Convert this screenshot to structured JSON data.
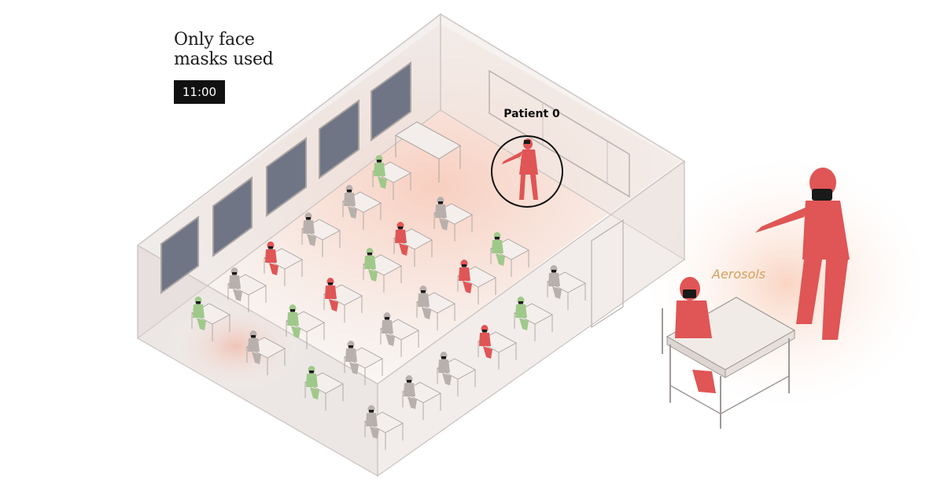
{
  "title": {
    "line1": "Only face",
    "line2": "masks used"
  },
  "time": "11:00",
  "patient_label": "Patient 0",
  "aerosols_label": "Aerosols",
  "colors": {
    "infected": "#e05555",
    "exposed": "#9fc98a",
    "healthy": "#b8b0ac",
    "aerosol_glow": "#f6cfc0",
    "room_wall": "#d9d2cf",
    "window": "#6f7585",
    "mask": "#1a1a1a"
  }
}
